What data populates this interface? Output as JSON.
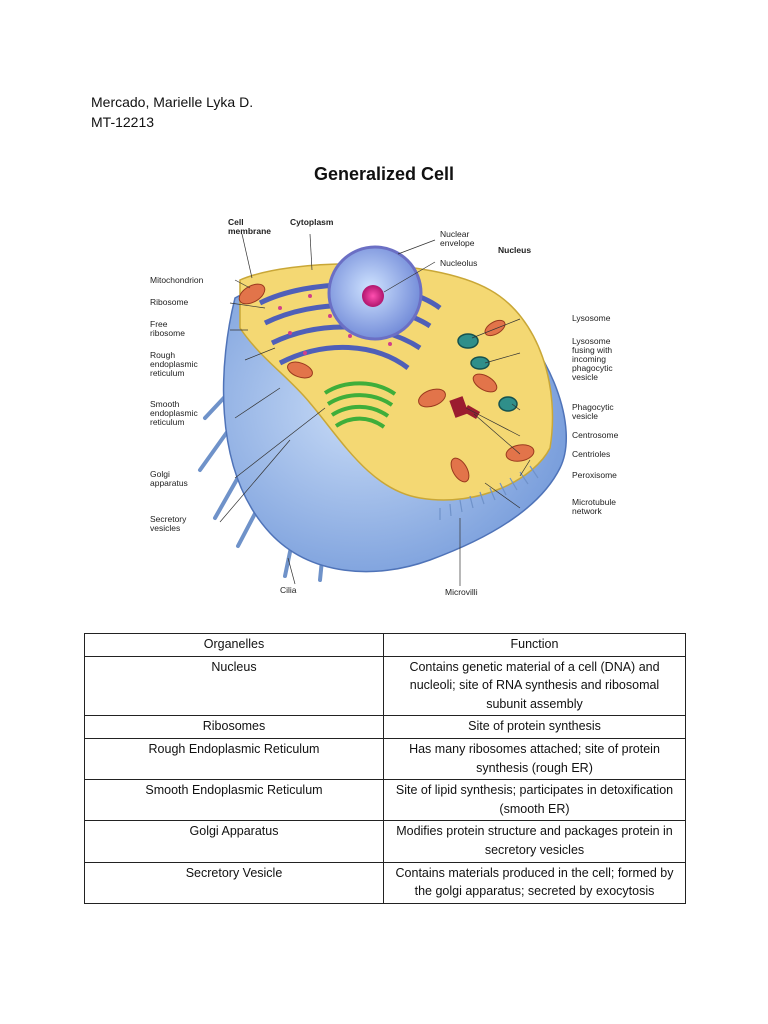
{
  "header": {
    "name": "Mercado, Marielle Lyka D.",
    "id": "MT-12213"
  },
  "title": "Generalized Cell",
  "figure": {
    "labels": {
      "cell_membrane": "Cell\nmembrane",
      "cytoplasm": "Cytoplasm",
      "nuclear_envelope": "Nuclear\nenvelope",
      "nucleus": "Nucleus",
      "nucleolus": "Nucleolus",
      "mitochondrion": "Mitochondrion",
      "ribosome": "Ribosome",
      "free_ribosome": "Free\nribosome",
      "rough_er": "Rough\nendoplasmic\nreticulum",
      "smooth_er": "Smooth\nendoplasmic\nreticulum",
      "golgi": "Golgi\napparatus",
      "secretory_vesicles": "Secretory\nvesicles",
      "cilia": "Cilia",
      "microvilli": "Microvilli",
      "lysosome": "Lysosome",
      "lysosome_fusing": "Lysosome\nfusing with\nincoming\nphagocytic\nvesicle",
      "phagocytic_vesicle": "Phagocytic\nvesicle",
      "centrosome": "Centrosome",
      "centrioles": "Centrioles",
      "peroxisome": "Peroxisome",
      "microtubule_network": "Microtubule\nnetwork"
    }
  },
  "table": {
    "headers": [
      "Organelles",
      "Function"
    ],
    "rows": [
      {
        "organelle": "Nucleus",
        "function": "Contains genetic material of a cell (DNA) and nucleoli; site of RNA synthesis and ribosomal subunit assembly"
      },
      {
        "organelle": "Ribosomes",
        "function": "Site of protein synthesis"
      },
      {
        "organelle": "Rough Endoplasmic Reticulum",
        "function": "Has many ribosomes attached; site of protein synthesis (rough ER)"
      },
      {
        "organelle": "Smooth Endoplasmic Reticulum",
        "function": "Site of lipid synthesis; participates in detoxification (smooth ER)"
      },
      {
        "organelle": "Golgi Apparatus",
        "function": "Modifies protein structure and packages protein in secretory vesicles"
      },
      {
        "organelle": "Secretory Vesicle",
        "function": "Contains materials produced in the cell; formed by the golgi apparatus; secreted by exocytosis"
      }
    ]
  }
}
